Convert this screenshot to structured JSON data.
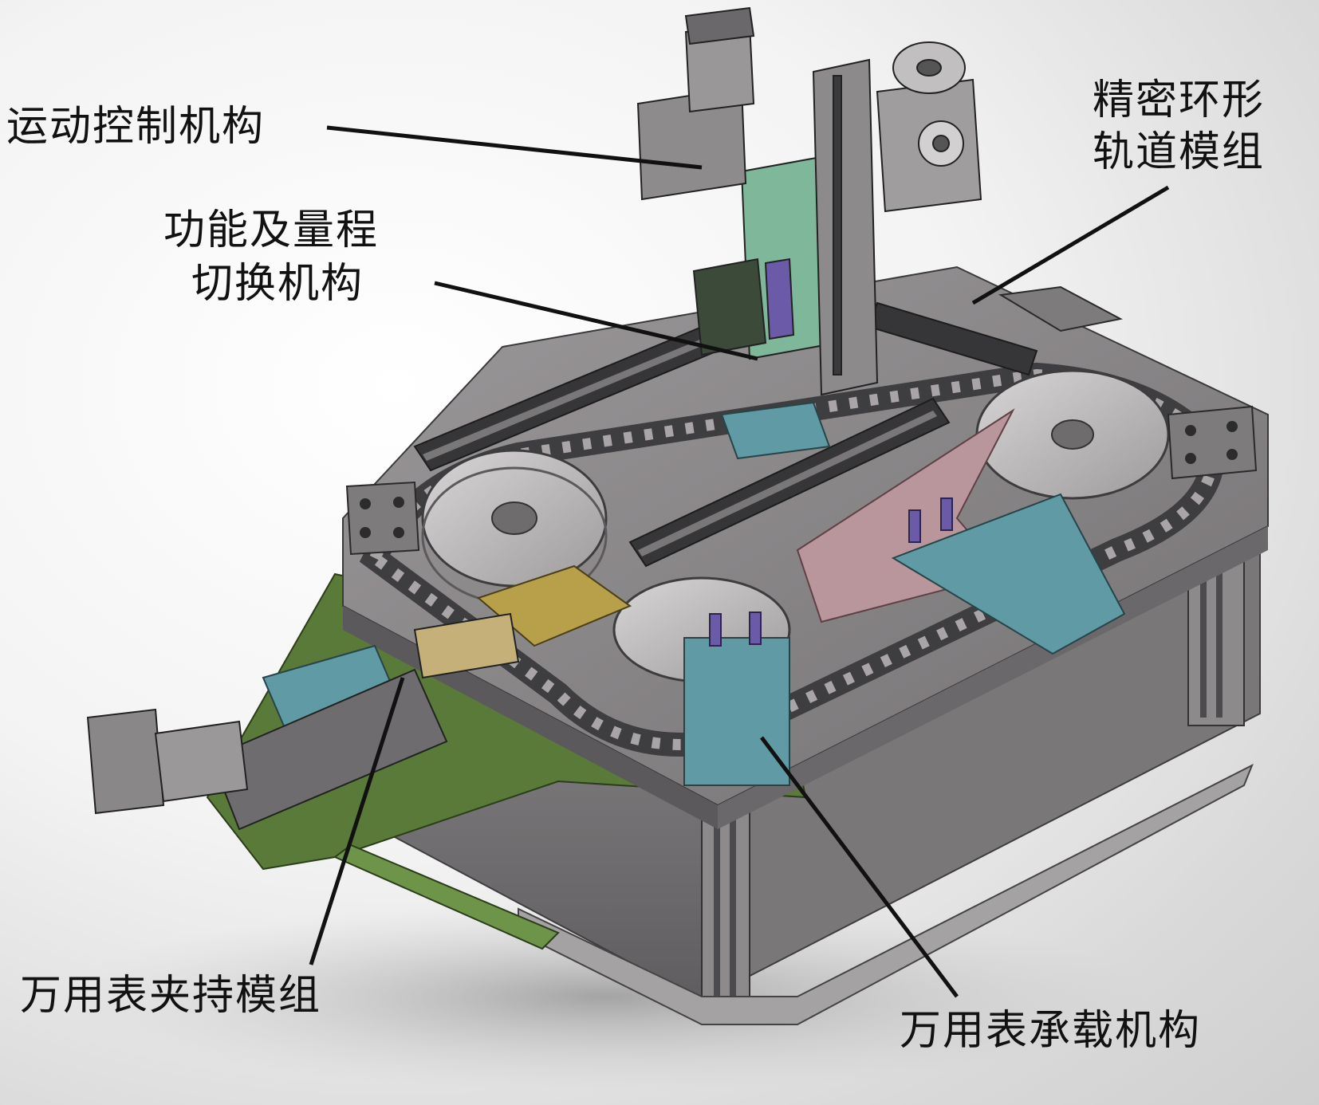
{
  "labels": {
    "motion_control": "运动控制机构",
    "track_line1": "精密环形",
    "track_line2": "轨道模组",
    "switch_line1": "功能及量程",
    "switch_line2": "切换机构",
    "clamp": "万用表夹持模组",
    "carrier": "万用表承载机构"
  },
  "colors": {
    "frame": "#7d7a7c",
    "frame_dark": "#4b4a4c",
    "track": "#9a9698",
    "green_plate": "#5a7a3a",
    "teal_plate": "#5f9aa5",
    "pink_plate": "#b9959c",
    "mint_panel": "#7fb79a",
    "yellow_fixture": "#b8a04a"
  }
}
